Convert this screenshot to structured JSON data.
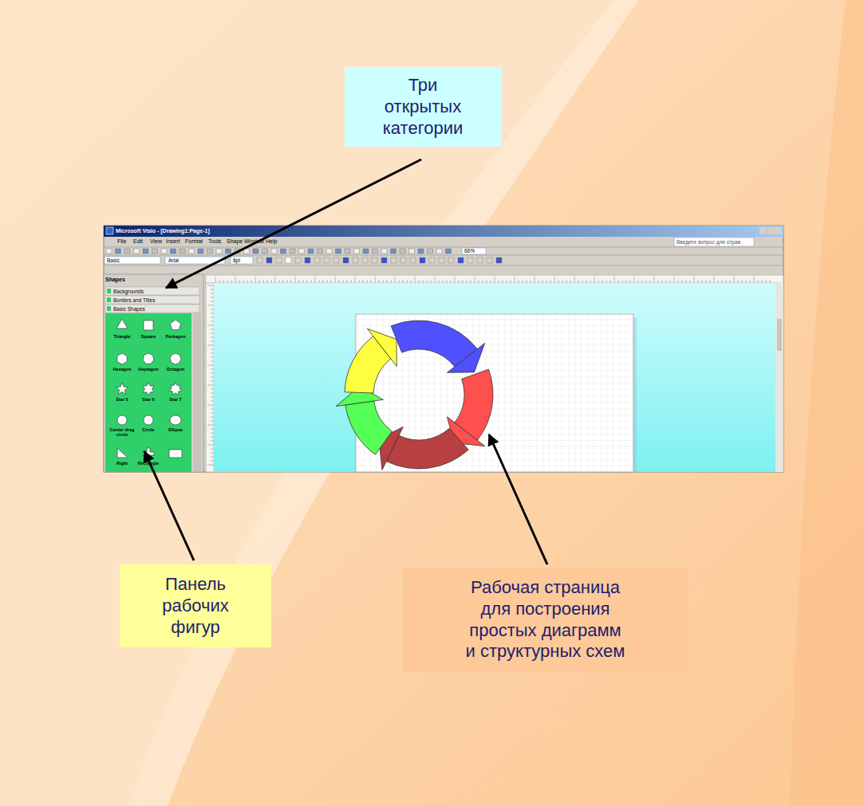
{
  "diagram": {
    "nodes": [
      {
        "text": [
          "Три открытых категории"
        ]
      },
      {
        "text": [
          "Панель рабочих фигур"
        ]
      },
      {
        "text": [
          "Рабочая страница для построения простых диаграмм и структурных схем"
        ]
      }
    ],
    "labels": [
      "Microsoft Visio - [Drawing1:Page-1]",
      "File",
      "Edit",
      "View",
      "Insert",
      "Format",
      "Tools",
      "Shape",
      "Window",
      "Help",
      "Введите вопрос для справ",
      "Basic",
      "Arial",
      "8pt",
      "66%",
      "Shapes",
      "Backgrounds",
      "Borders and Titles",
      "Basic Shapes",
      "Triangle",
      "Square",
      "Pentagon",
      "Hexagon",
      "Heptagon",
      "Octagon",
      "Star 5",
      "Star 6",
      "Star 7",
      "Center drag circle",
      "Circle",
      "Ellipse",
      "Right",
      "Rectangle"
    ]
  }
}
